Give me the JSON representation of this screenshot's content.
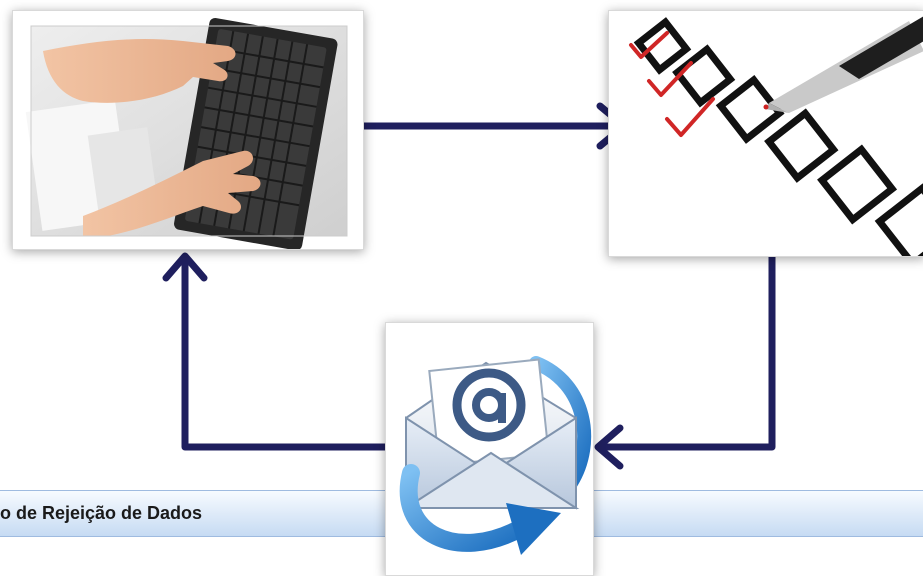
{
  "banner": {
    "text": "o de Rejeição de Dados"
  },
  "colors": {
    "arrow": "#1f1f5e",
    "banner_top": "#f7fbff",
    "banner_bottom": "#c6dbf3"
  },
  "icons": [
    "typing-hands-photo",
    "checklist-photo",
    "email-envelope-icon"
  ]
}
